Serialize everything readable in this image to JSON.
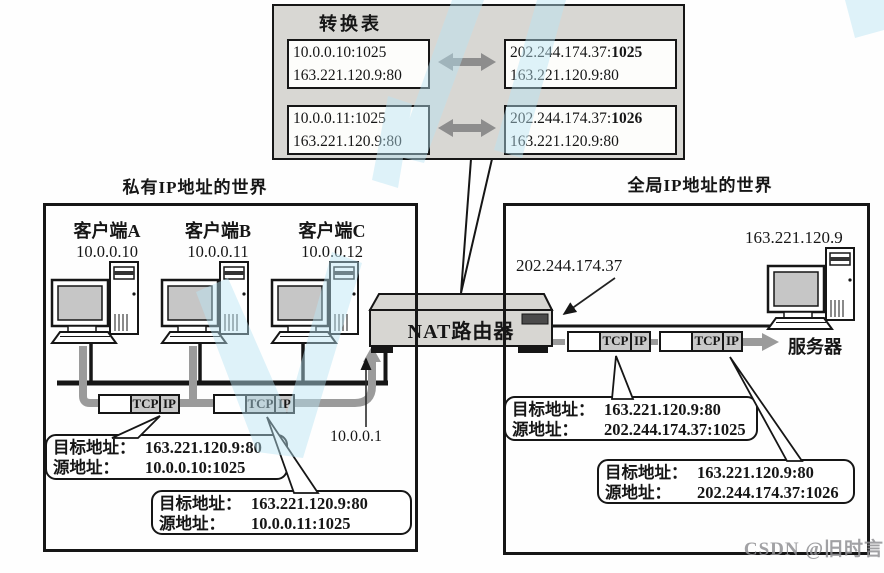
{
  "translation_table": {
    "title": "转换表",
    "rows": [
      {
        "private_line1": "10.0.0.10:1025",
        "private_line2": "163.221.120.9:80",
        "global_prefix": "202.244.174.37:",
        "global_port": "1025",
        "global_line2": "163.221.120.9:80"
      },
      {
        "private_line1": "10.0.0.11:1025",
        "private_line2": "163.221.120.9:80",
        "global_prefix": "202.244.174.37:",
        "global_port": "1026",
        "global_line2": "163.221.120.9:80"
      }
    ]
  },
  "private_world": {
    "label": "私有IP地址的世界",
    "clients": [
      {
        "name": "客户端A",
        "ip": "10.0.0.10"
      },
      {
        "name": "客户端B",
        "ip": "10.0.0.11"
      },
      {
        "name": "客户端C",
        "ip": "10.0.0.12"
      }
    ],
    "router_inside_ip": "10.0.0.1",
    "callouts": [
      {
        "dest_label": "目标地址：",
        "dest": "163.221.120.9:80",
        "src_label": "源地址：",
        "src": "10.0.0.10:1025"
      },
      {
        "dest_label": "目标地址：",
        "dest": "163.221.120.9:80",
        "src_label": "源地址：",
        "src": "10.0.0.11:1025"
      }
    ]
  },
  "global_world": {
    "label": "全局IP地址的世界",
    "router_outside_ip": "202.244.174.37",
    "server_ip": "163.221.120.9",
    "server_label": "服务器",
    "callouts": [
      {
        "dest_label": "目标地址：",
        "dest": "163.221.120.9:80",
        "src_label": "源地址：",
        "src": "202.244.174.37:1025"
      },
      {
        "dest_label": "目标地址：",
        "dest": "163.221.120.9:80",
        "src_label": "源地址：",
        "src": "202.244.174.37:1026"
      }
    ]
  },
  "router": {
    "label": "NAT路由器"
  },
  "packet_labels": {
    "tcp": "TCP",
    "ip": "IP"
  },
  "watermark": {
    "text": "CSDN @旧时言"
  },
  "colors": {
    "table_bg": "#d8d7d3",
    "packet_section_bg": "#c9c9c9",
    "path_gray": "#9b9b9b",
    "watermark_blue": "#b9e4f4"
  }
}
